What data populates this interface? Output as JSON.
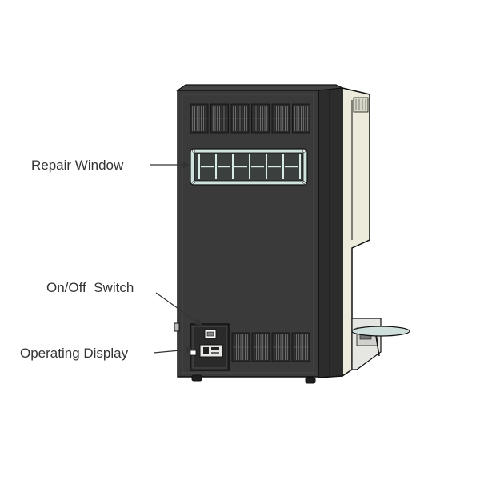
{
  "callouts": {
    "repair_window": "Repair Window",
    "on_off_switch": "On/Off  Switch",
    "operating_display": "Operating Display"
  },
  "colors": {
    "cabinet_body": "#3a3a3a",
    "cabinet_side": "#2c2c2c",
    "cream_panel": "#ecebdc",
    "repair_window_trim": "#cfe3df",
    "outline": "#111111",
    "label_text": "#333333"
  }
}
